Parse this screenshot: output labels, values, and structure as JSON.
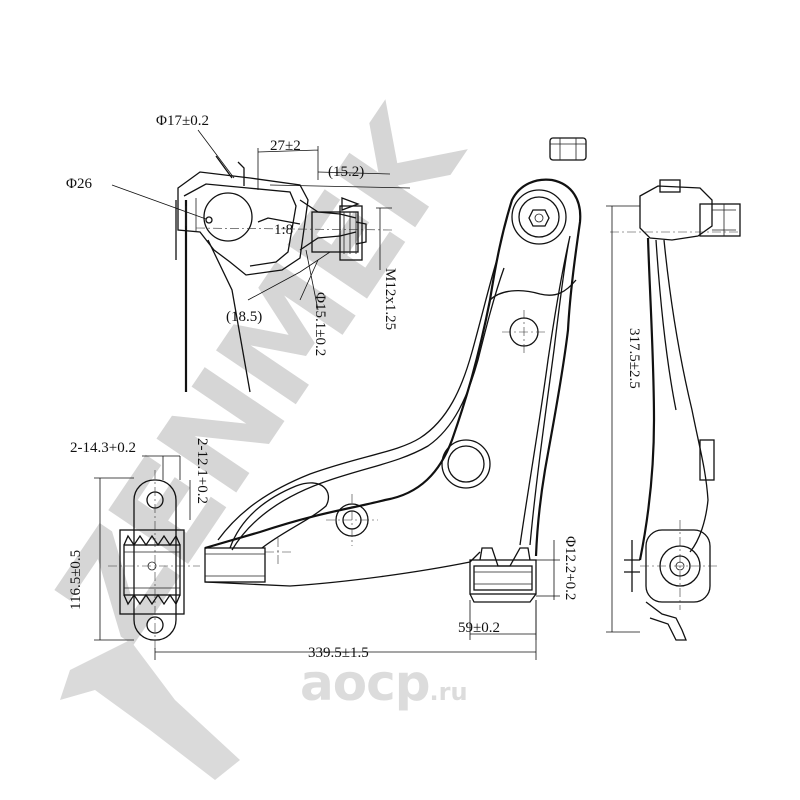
{
  "drawing": {
    "dimensions": {
      "stud_diameter_tol": "Φ17±0.2",
      "ball_diameter": "Φ26",
      "length_27": "27±2",
      "ref_15_2": "(15.2)",
      "taper_ratio": "1:8",
      "ref_18_5": "(18.5)",
      "taper_diameter": "Φ15.1±0.2",
      "thread_spec": "M12x1.25",
      "height_317": "317.5±2.5",
      "hole_14_3": "2-14.3+0.2",
      "hole_12_1": "2-12.1+0.2",
      "bracket_116": "116.5±0.5",
      "bushing_diameter": "Φ12.2+0.2",
      "width_59": "59±0.2",
      "length_339": "339.5±1.5"
    }
  },
  "watermark": {
    "brand_text": "ZENMEK",
    "site_name": "aocp",
    "site_domain": ".ru"
  }
}
